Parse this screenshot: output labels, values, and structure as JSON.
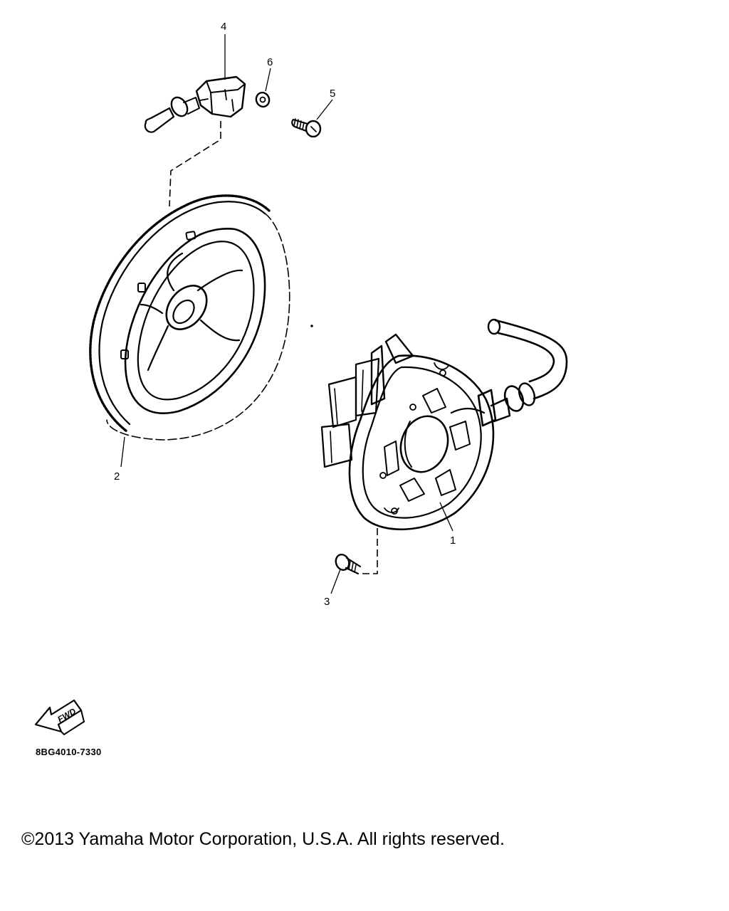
{
  "diagram": {
    "callouts": [
      {
        "id": "1",
        "label": "1"
      },
      {
        "id": "2",
        "label": "2"
      },
      {
        "id": "3",
        "label": "3"
      },
      {
        "id": "4",
        "label": "4"
      },
      {
        "id": "5",
        "label": "5"
      },
      {
        "id": "6",
        "label": "6"
      }
    ],
    "fwd_label": "FWD",
    "code": "8BG4010-7330"
  },
  "footer": {
    "copyright": "©2013 Yamaha Motor Corporation, U.S.A. All rights reserved."
  }
}
